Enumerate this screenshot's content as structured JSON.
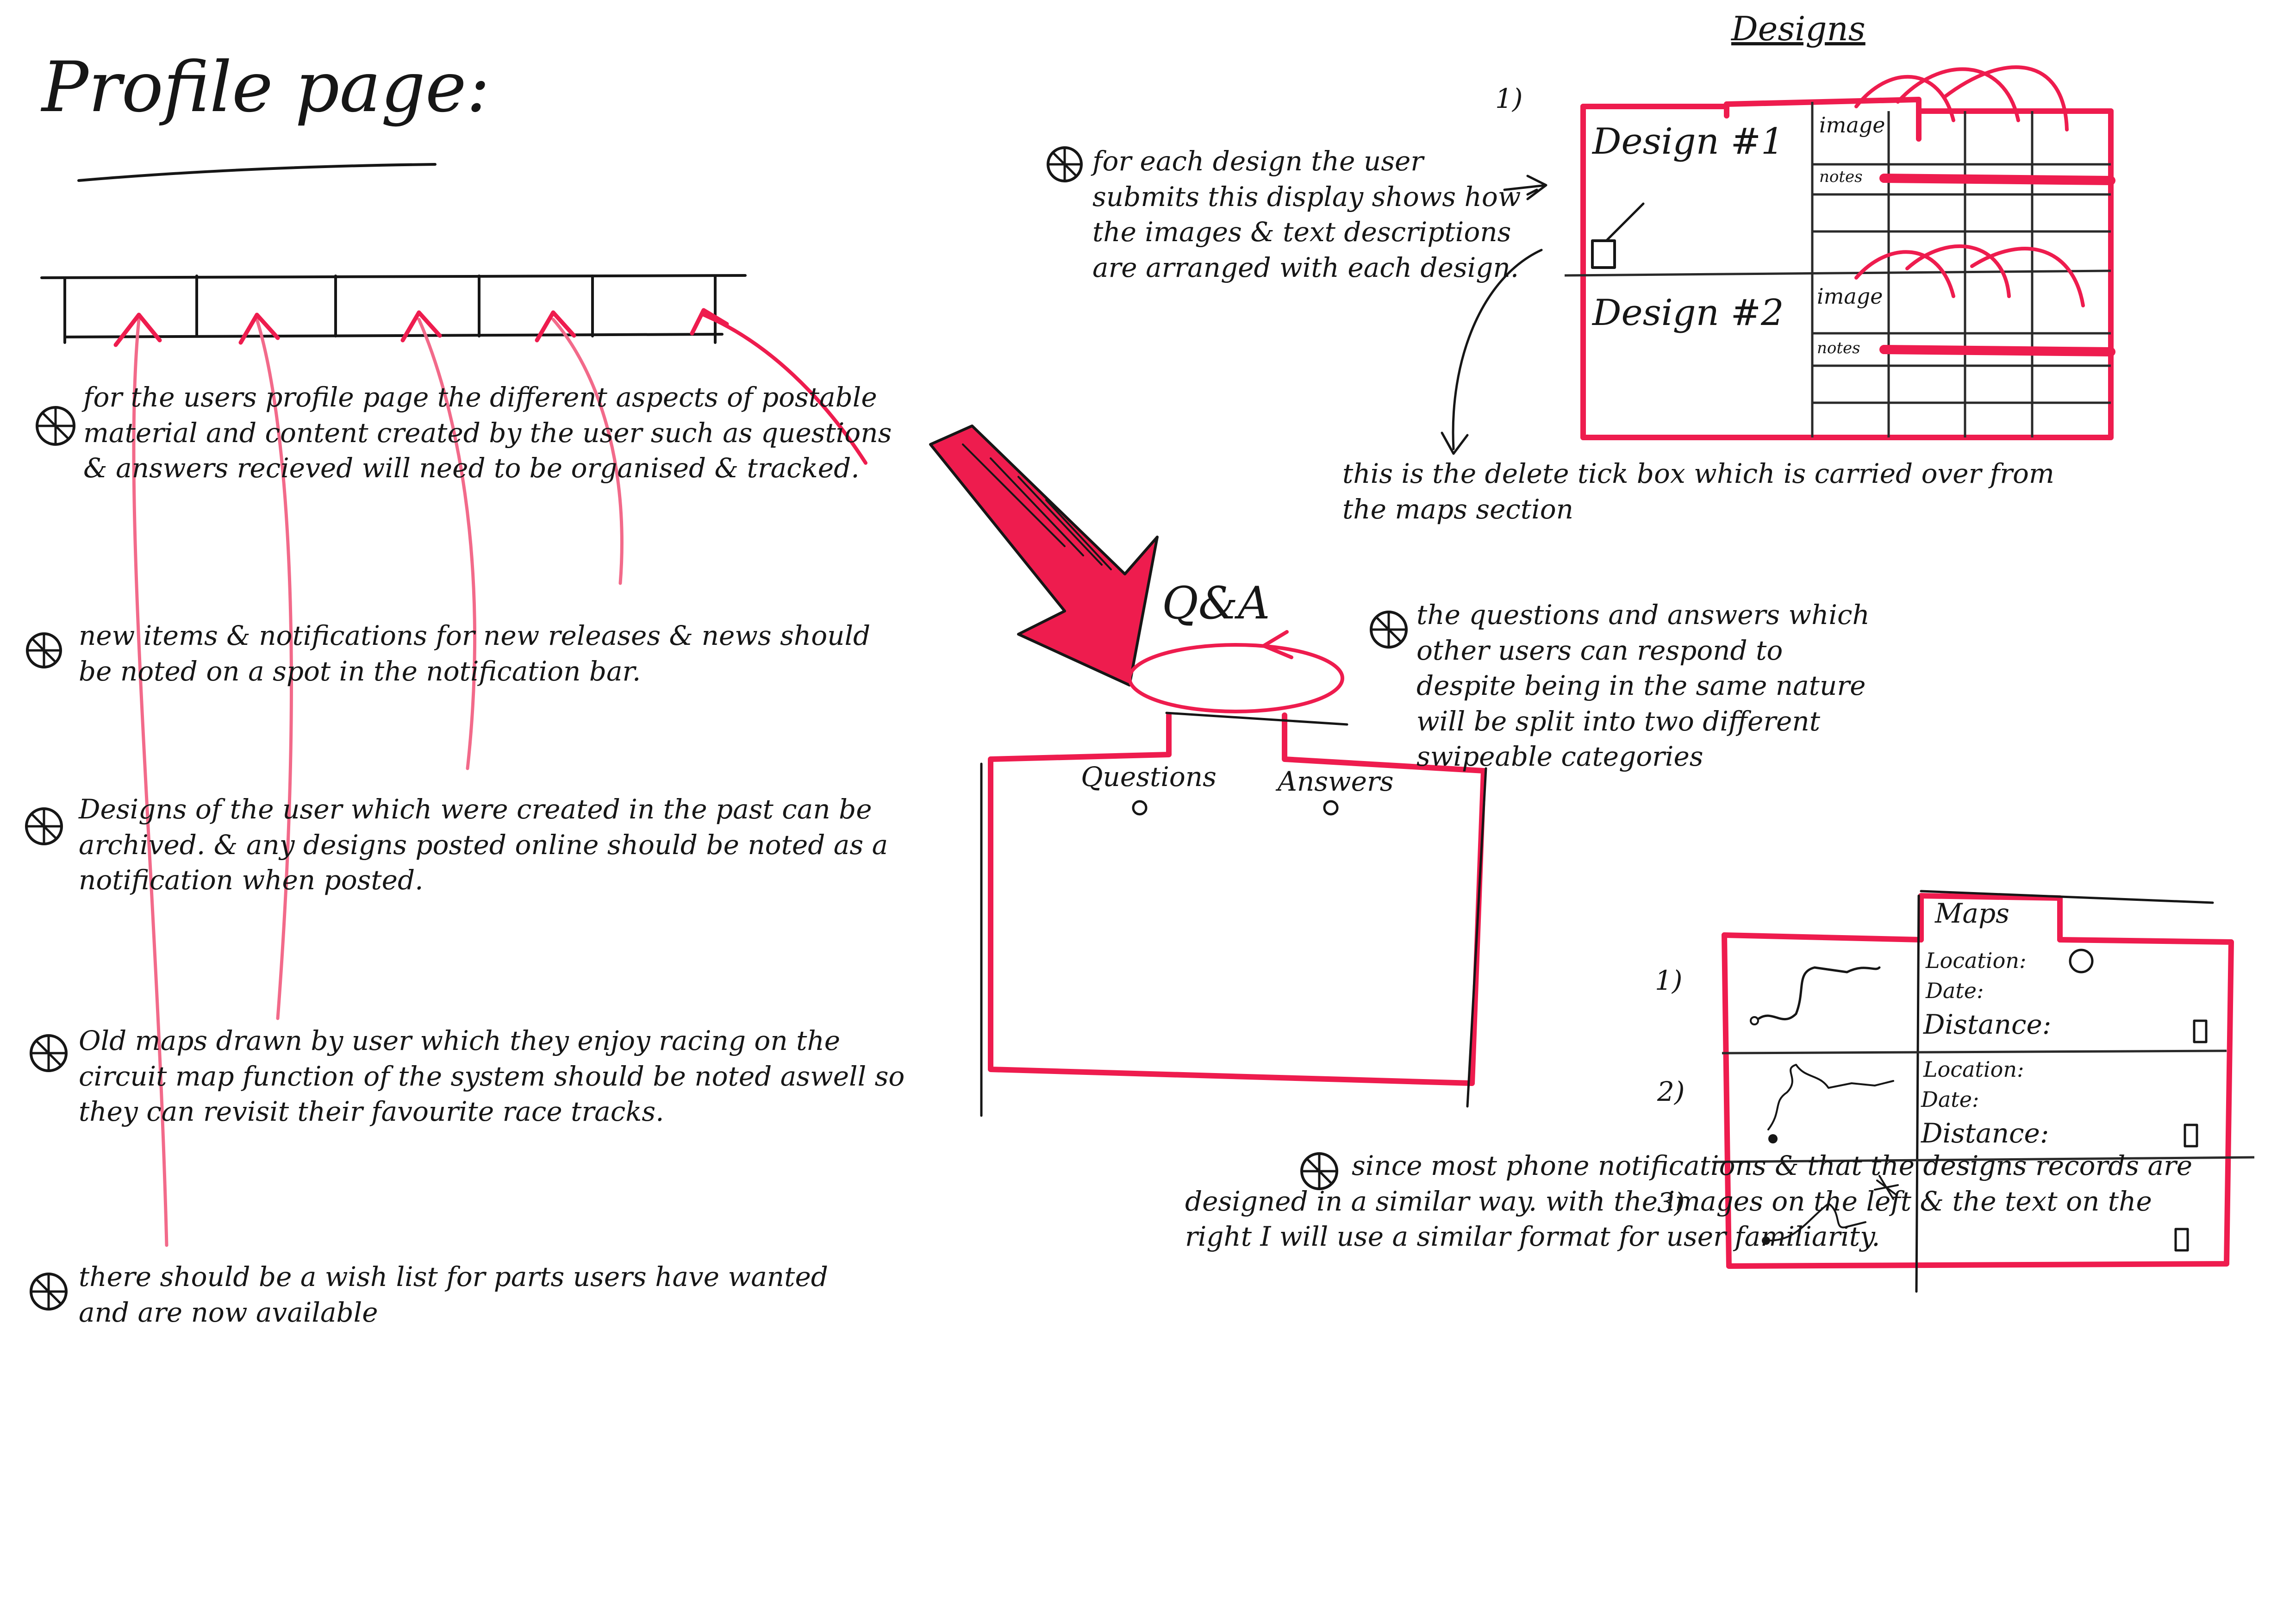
{
  "title": "Profile page:",
  "profile_notes": [
    "for the users profile page the different aspects of postable material and content created by the user such as questions & answers recieved will need to be organised & tracked.",
    "new items & notifications for new releases & news should be noted on a spot in the notification bar.",
    "Designs of the user which were created in the past can be archived. & any designs posted online should be noted as a notification when posted.",
    "Old maps drawn by user which they enjoy racing on the circuit map function of the system should be noted aswell so they can revisit their favourite race tracks.",
    "there should be a wish list for parts users have wanted and are now available"
  ],
  "designs": {
    "tab": "Designs",
    "number": "1)",
    "rows": [
      {
        "label": "Design #1",
        "image": "image",
        "notes": "notes"
      },
      {
        "label": "Design #2",
        "image": "image",
        "notes": "notes"
      }
    ],
    "note": "for each design the user submits this display shows how the images & text descriptions are arranged with each design.",
    "checkbox_note": "this is the delete tick box which is carried over from the maps section"
  },
  "qa": {
    "title": "Q&A",
    "tab_questions": "Questions",
    "tab_answers": "Answers",
    "note": "the questions and answers which other users can respond to despite being in the same nature will be split into two different swipeable categories"
  },
  "maps": {
    "tab": "Maps",
    "numbers": [
      "1)",
      "2)",
      "3)"
    ],
    "rows": [
      {
        "location": "Location:",
        "date": "Date:",
        "distance": "Distance:"
      },
      {
        "location": "Location:",
        "date": "Date:",
        "distance": "Distance:"
      }
    ],
    "note": "since most phone notifications & that the designs records are designed in a similar way. with the images on the left & the text on the right I will use a similar format for user familiarity."
  },
  "colors": {
    "ink": "#161616",
    "accent": "#ee1c4e"
  }
}
